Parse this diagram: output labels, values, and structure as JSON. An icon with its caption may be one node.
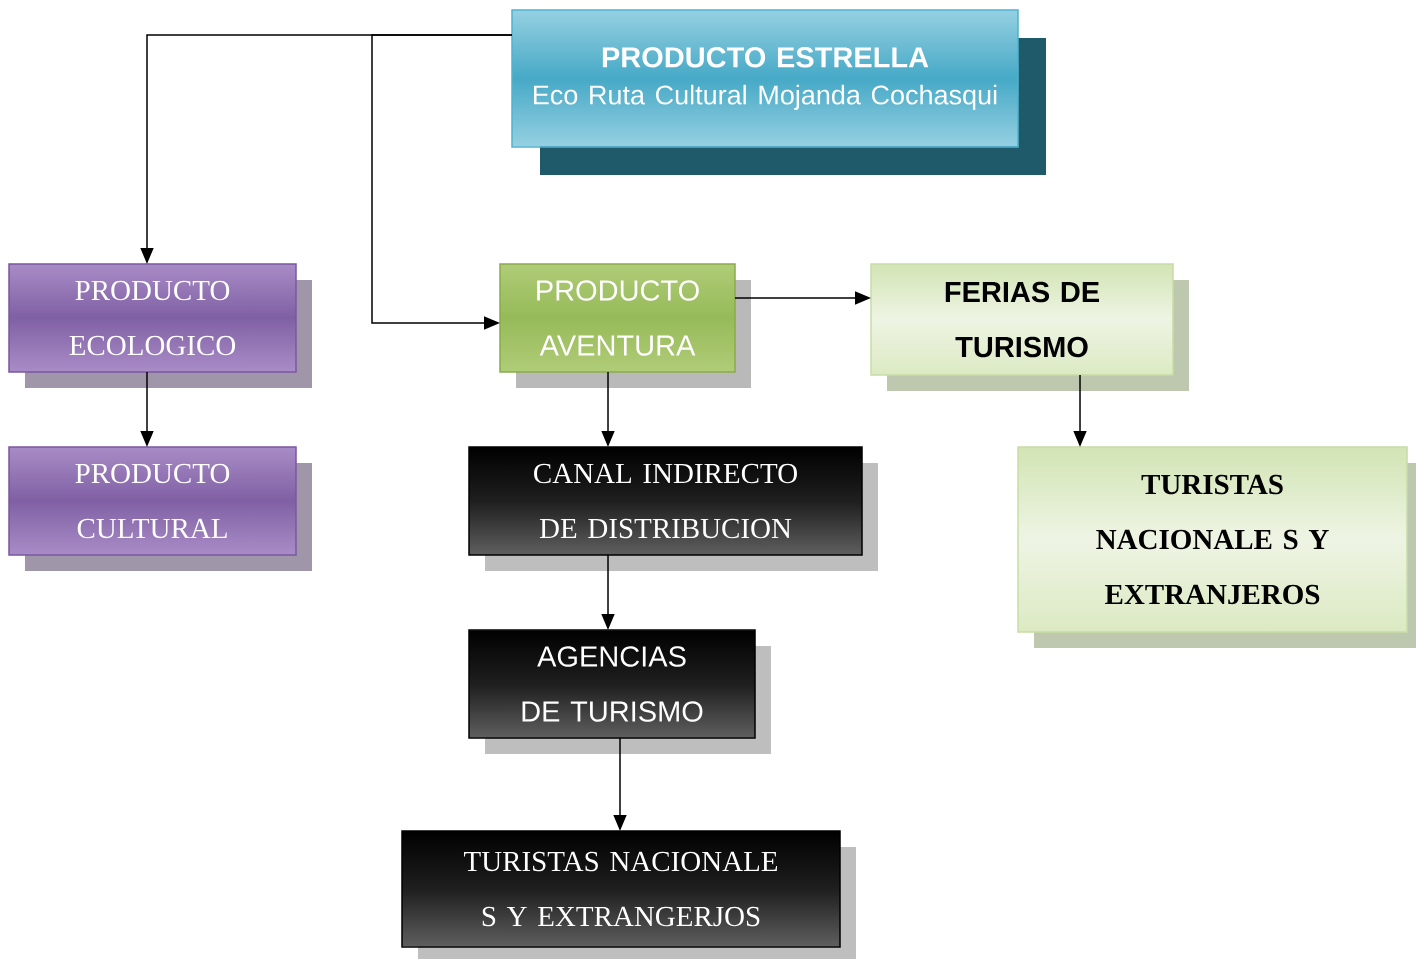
{
  "diagram": {
    "nodes": [
      {
        "text": [
          "PRODUCTO ESTRELLA",
          "Eco Ruta Cultural Mojanda Cochasqui"
        ]
      },
      {
        "text": [
          "PRODUCTO ECOLOGICO"
        ]
      },
      {
        "text": [
          "PRODUCTO AVENTURA"
        ]
      },
      {
        "text": [
          "FERIAS DE TURISMO"
        ]
      },
      {
        "text": [
          "PRODUCTO CULTURAL"
        ]
      },
      {
        "text": [
          "CANAL INDIRECTO DE DISTRIBUCION"
        ]
      },
      {
        "text": [
          "TURISTAS NACIONALE S Y EXTRANJEROS"
        ]
      },
      {
        "text": [
          "AGENCIAS DE TURISMO"
        ]
      },
      {
        "text": [
          "TURISTAS NACIONALE S Y EXTRANGERJOS"
        ]
      }
    ],
    "edges": [
      {
        "from": 0,
        "to": 1,
        "arrow": "to"
      },
      {
        "from": 0,
        "to": 2,
        "arrow": "to"
      },
      {
        "from": 1,
        "to": 4,
        "arrow": "to"
      },
      {
        "from": 2,
        "to": 3,
        "arrow": "to"
      },
      {
        "from": 3,
        "to": 6,
        "arrow": "to"
      },
      {
        "from": 2,
        "to": 5,
        "arrow": "to"
      },
      {
        "from": 5,
        "to": 7,
        "arrow": "to"
      },
      {
        "from": 7,
        "to": 8,
        "arrow": "to"
      }
    ]
  }
}
